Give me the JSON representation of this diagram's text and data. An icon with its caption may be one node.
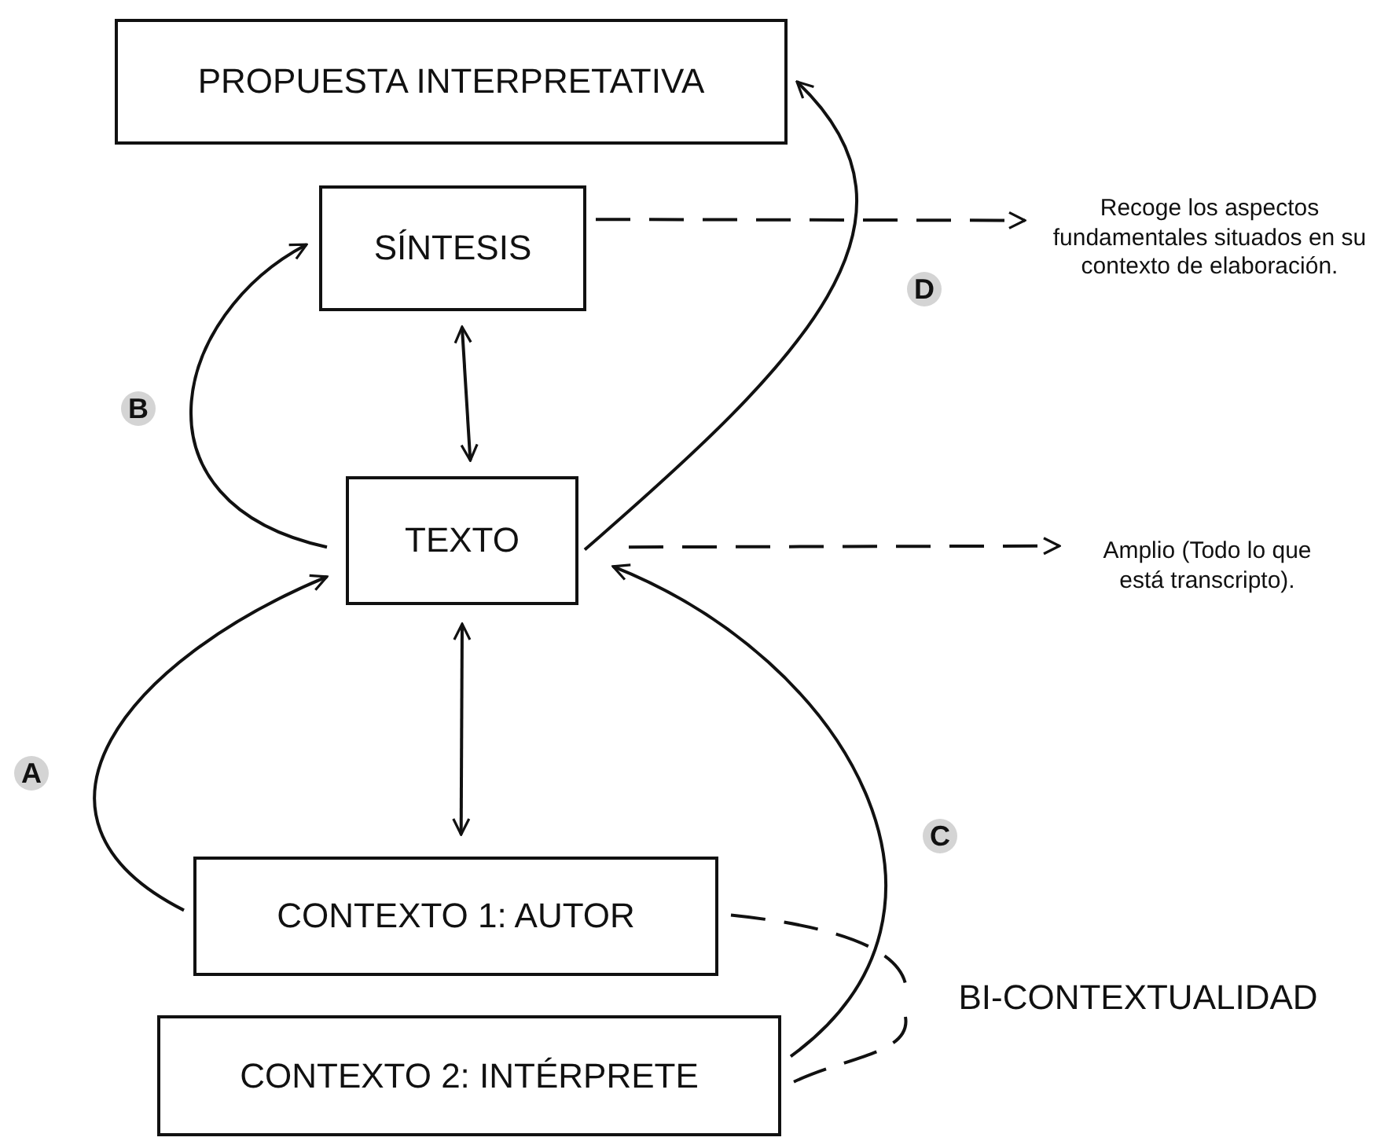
{
  "diagram": {
    "nodes": [
      {
        "text": [
          "PROPUESTA INTERPRETATIVA"
        ]
      },
      {
        "text": [
          "SÍNTESIS"
        ]
      },
      {
        "text": [
          "TEXTO"
        ]
      },
      {
        "text": [
          "CONTEXTO 1: AUTOR"
        ]
      },
      {
        "text": [
          "CONTEXTO 2: INTÉRPRETE"
        ]
      },
      {
        "text": [
          "Recoge los aspectos fundamentales situados en su contexto de elaboración."
        ]
      },
      {
        "text": [
          "Amplio (Todo lo que está transcripto)."
        ]
      },
      {
        "text": [
          "BI-CONTEXTUALIDAD"
        ]
      }
    ],
    "edges": [
      {
        "from": 1,
        "to": 2,
        "arrow": "both"
      },
      {
        "from": 2,
        "to": 3,
        "arrow": "both"
      },
      {
        "from": 3,
        "to": 2,
        "arrow": "to",
        "label": "A"
      },
      {
        "from": 2,
        "to": 1,
        "arrow": "to",
        "label": "B"
      },
      {
        "from": 4,
        "to": 2,
        "arrow": "to",
        "label": "C"
      },
      {
        "from": 2,
        "to": 0,
        "arrow": "to",
        "label": "D"
      },
      {
        "from": 1,
        "to": 5,
        "arrow": "to",
        "style": "dashed"
      },
      {
        "from": 2,
        "to": 6,
        "arrow": "to",
        "style": "dashed"
      },
      {
        "from": 3,
        "to": 7,
        "arrow": "none",
        "style": "dashed"
      },
      {
        "from": 4,
        "to": 7,
        "arrow": "none",
        "style": "dashed"
      }
    ]
  }
}
